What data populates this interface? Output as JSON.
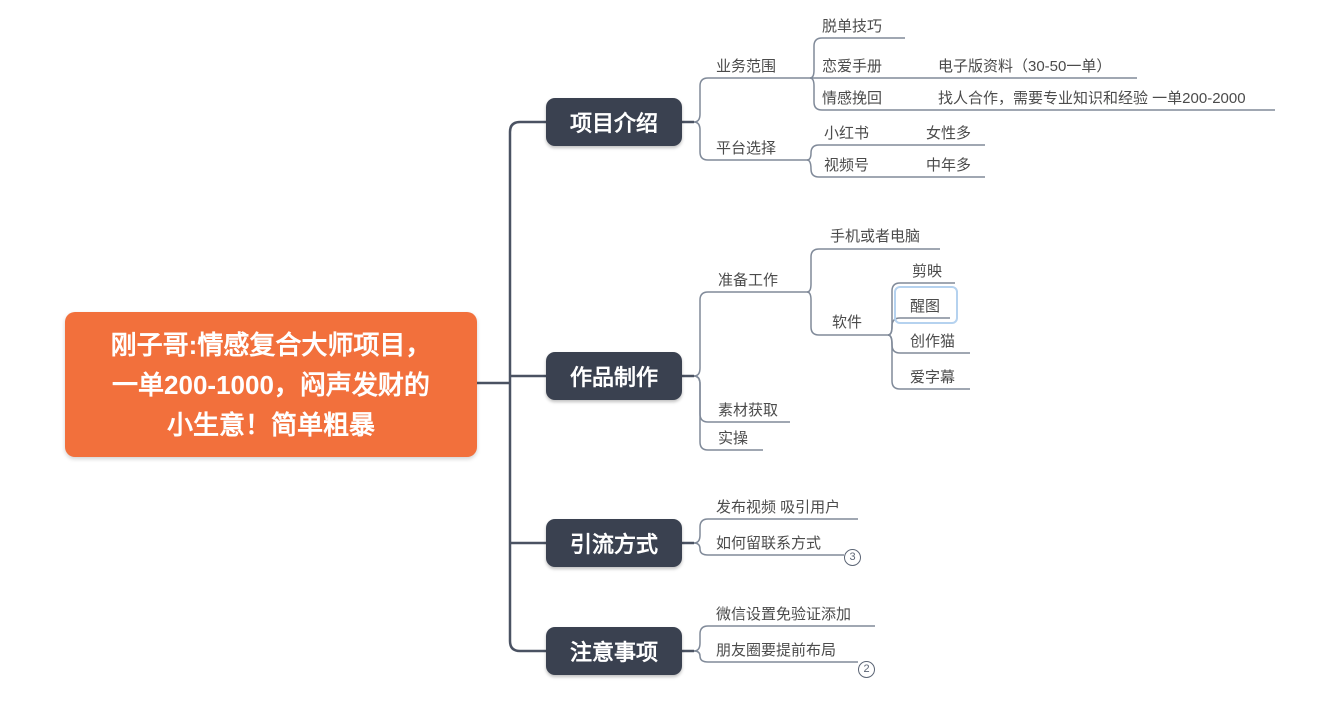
{
  "app": {
    "type": "mind-map",
    "background": "#ffffff"
  },
  "colors": {
    "root_fill": "#F2703C",
    "main_topic_fill": "#3A4150",
    "main_line": "#4A5262",
    "sub_line": "#808A99",
    "text": "#4b4b4b",
    "selection_border": "#B5D2EF"
  },
  "root": {
    "label": "刚子哥:情感复合大师项目，\n一单200-1000，闷声发财的\n小生意！简单粗暴"
  },
  "branches": [
    {
      "label": "项目介绍",
      "children": [
        {
          "label": "业务范围",
          "children": [
            {
              "label": "脱单技巧"
            },
            {
              "label": "恋爱手册",
              "children": [
                {
                  "label": "电子版资料（30-50一单）"
                }
              ]
            },
            {
              "label": "情感挽回",
              "children": [
                {
                  "label": "找人合作，需要专业知识和经验 一单200-2000"
                }
              ]
            }
          ]
        },
        {
          "label": "平台选择",
          "children": [
            {
              "label": "小红书",
              "children": [
                {
                  "label": "女性多"
                }
              ]
            },
            {
              "label": "视频号",
              "children": [
                {
                  "label": "中年多"
                }
              ]
            }
          ]
        }
      ]
    },
    {
      "label": "作品制作",
      "children": [
        {
          "label": "准备工作",
          "children": [
            {
              "label": "手机或者电脑"
            },
            {
              "label": "软件",
              "children": [
                {
                  "label": "剪映"
                },
                {
                  "label": "醒图",
                  "selected": true
                },
                {
                  "label": "创作猫"
                },
                {
                  "label": "爱字幕"
                }
              ]
            }
          ]
        },
        {
          "label": "素材获取"
        },
        {
          "label": "实操"
        }
      ]
    },
    {
      "label": "引流方式",
      "children": [
        {
          "label": "发布视频 吸引用户"
        },
        {
          "label": "如何留联系方式",
          "badge": "3"
        }
      ]
    },
    {
      "label": "注意事项",
      "children": [
        {
          "label": "微信设置免验证添加"
        },
        {
          "label": "朋友圈要提前布局",
          "badge": "2"
        }
      ]
    }
  ]
}
